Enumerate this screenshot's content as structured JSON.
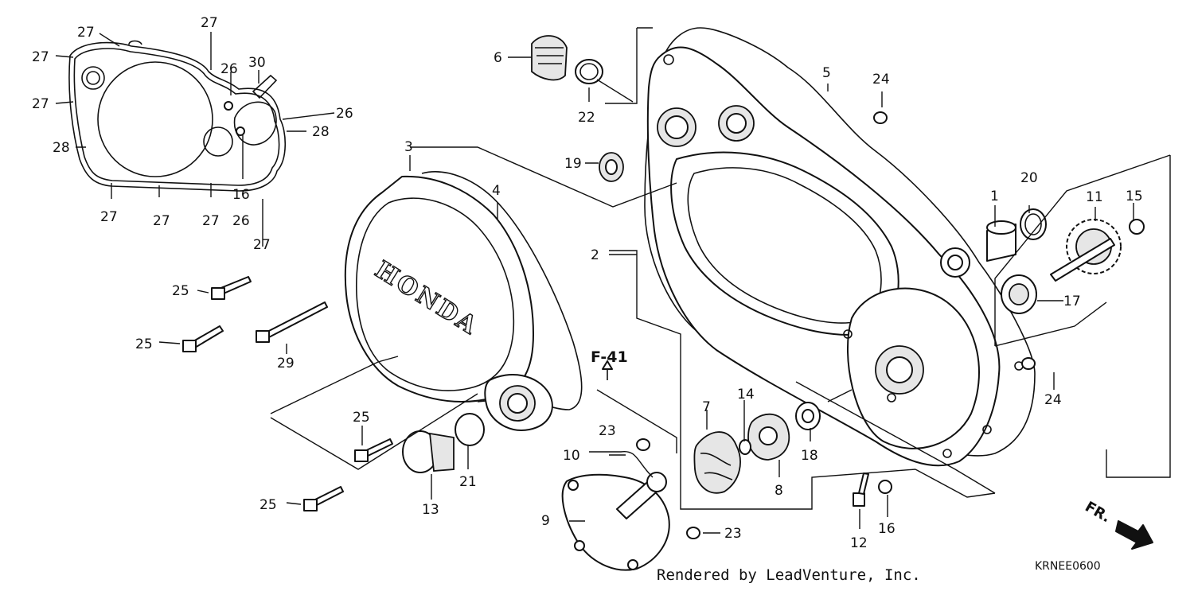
{
  "diagram": {
    "callouts": {
      "c1": "1",
      "c2": "2",
      "c3": "3",
      "c4": "4",
      "c5": "5",
      "c6": "6",
      "c7": "7",
      "c8": "8",
      "c9": "9",
      "c10": "10",
      "c11": "11",
      "c12": "12",
      "c13": "13",
      "c14": "14",
      "c15": "15",
      "c16a": "16",
      "c16b": "16",
      "c17": "17",
      "c18": "18",
      "c19": "19",
      "c20": "20",
      "c21": "21",
      "c22": "22",
      "c23a": "23",
      "c23b": "23",
      "c24a": "24",
      "c24b": "24",
      "c25a": "25",
      "c25b": "25",
      "c25c": "25",
      "c25d": "25",
      "c26a": "26",
      "c26b": "26",
      "c26c": "26",
      "c27a": "27",
      "c27b": "27",
      "c27c": "27",
      "c27d": "27",
      "c27e": "27",
      "c27f": "27",
      "c27g": "27",
      "c27h": "27",
      "c28a": "28",
      "c28b": "28",
      "c29": "29",
      "c30": "30"
    },
    "reference_label": "F-41",
    "cover_brand": "HONDA",
    "front_label": "FR.",
    "credit": "Rendered by LeadVenture, Inc.",
    "diagram_code": "KRNEE0600"
  }
}
